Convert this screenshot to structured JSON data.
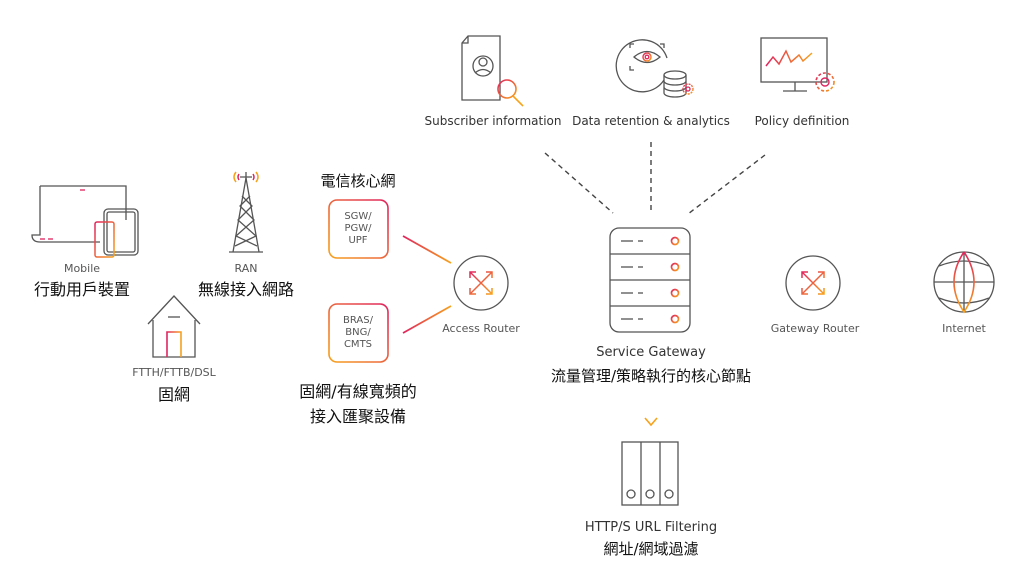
{
  "colors": {
    "gradient_start": "#e0245e",
    "gradient_end": "#f7a21b",
    "stroke": "#555555",
    "dashed": "#444444"
  },
  "top_services": [
    {
      "icon": "subscriber-document-search-icon",
      "label": "Subscriber information"
    },
    {
      "icon": "eye-database-icon",
      "label": "Data retention & analytics"
    },
    {
      "icon": "monitor-chart-gear-icon",
      "label": "Policy definition"
    }
  ],
  "mobile": {
    "icon": "laptop-tablet-phone-icon",
    "label": "Mobile",
    "label_zh": "行動用戶裝置"
  },
  "ran": {
    "icon": "cell-tower-icon",
    "label": "RAN",
    "label_zh": "無線接入網路"
  },
  "fixed": {
    "icon": "house-icon",
    "label": "FTTH/FTTB/DSL",
    "label_zh": "固網"
  },
  "core": {
    "title_zh": "電信核心網",
    "box_text": "SGW/\nPGW/\nUPF"
  },
  "bras": {
    "box_text": "BRAS/\nBNG/\nCMTS",
    "label_zh_line1": "固網/有線寬頻的",
    "label_zh_line2": "接入匯聚設備"
  },
  "access_router": {
    "icon": "router-icon",
    "label": "Access Router"
  },
  "service_gateway": {
    "icon": "server-rack-icon",
    "label": "Service Gateway",
    "label_zh": "流量管理/策略執行的核心節點"
  },
  "gateway_router": {
    "icon": "router-icon",
    "label": "Gateway Router"
  },
  "internet": {
    "icon": "globe-icon",
    "label": "Internet"
  },
  "url_filtering": {
    "icon": "binders-icon",
    "label": "HTTP/S URL Filtering",
    "label_zh": "網址/網域過濾"
  }
}
